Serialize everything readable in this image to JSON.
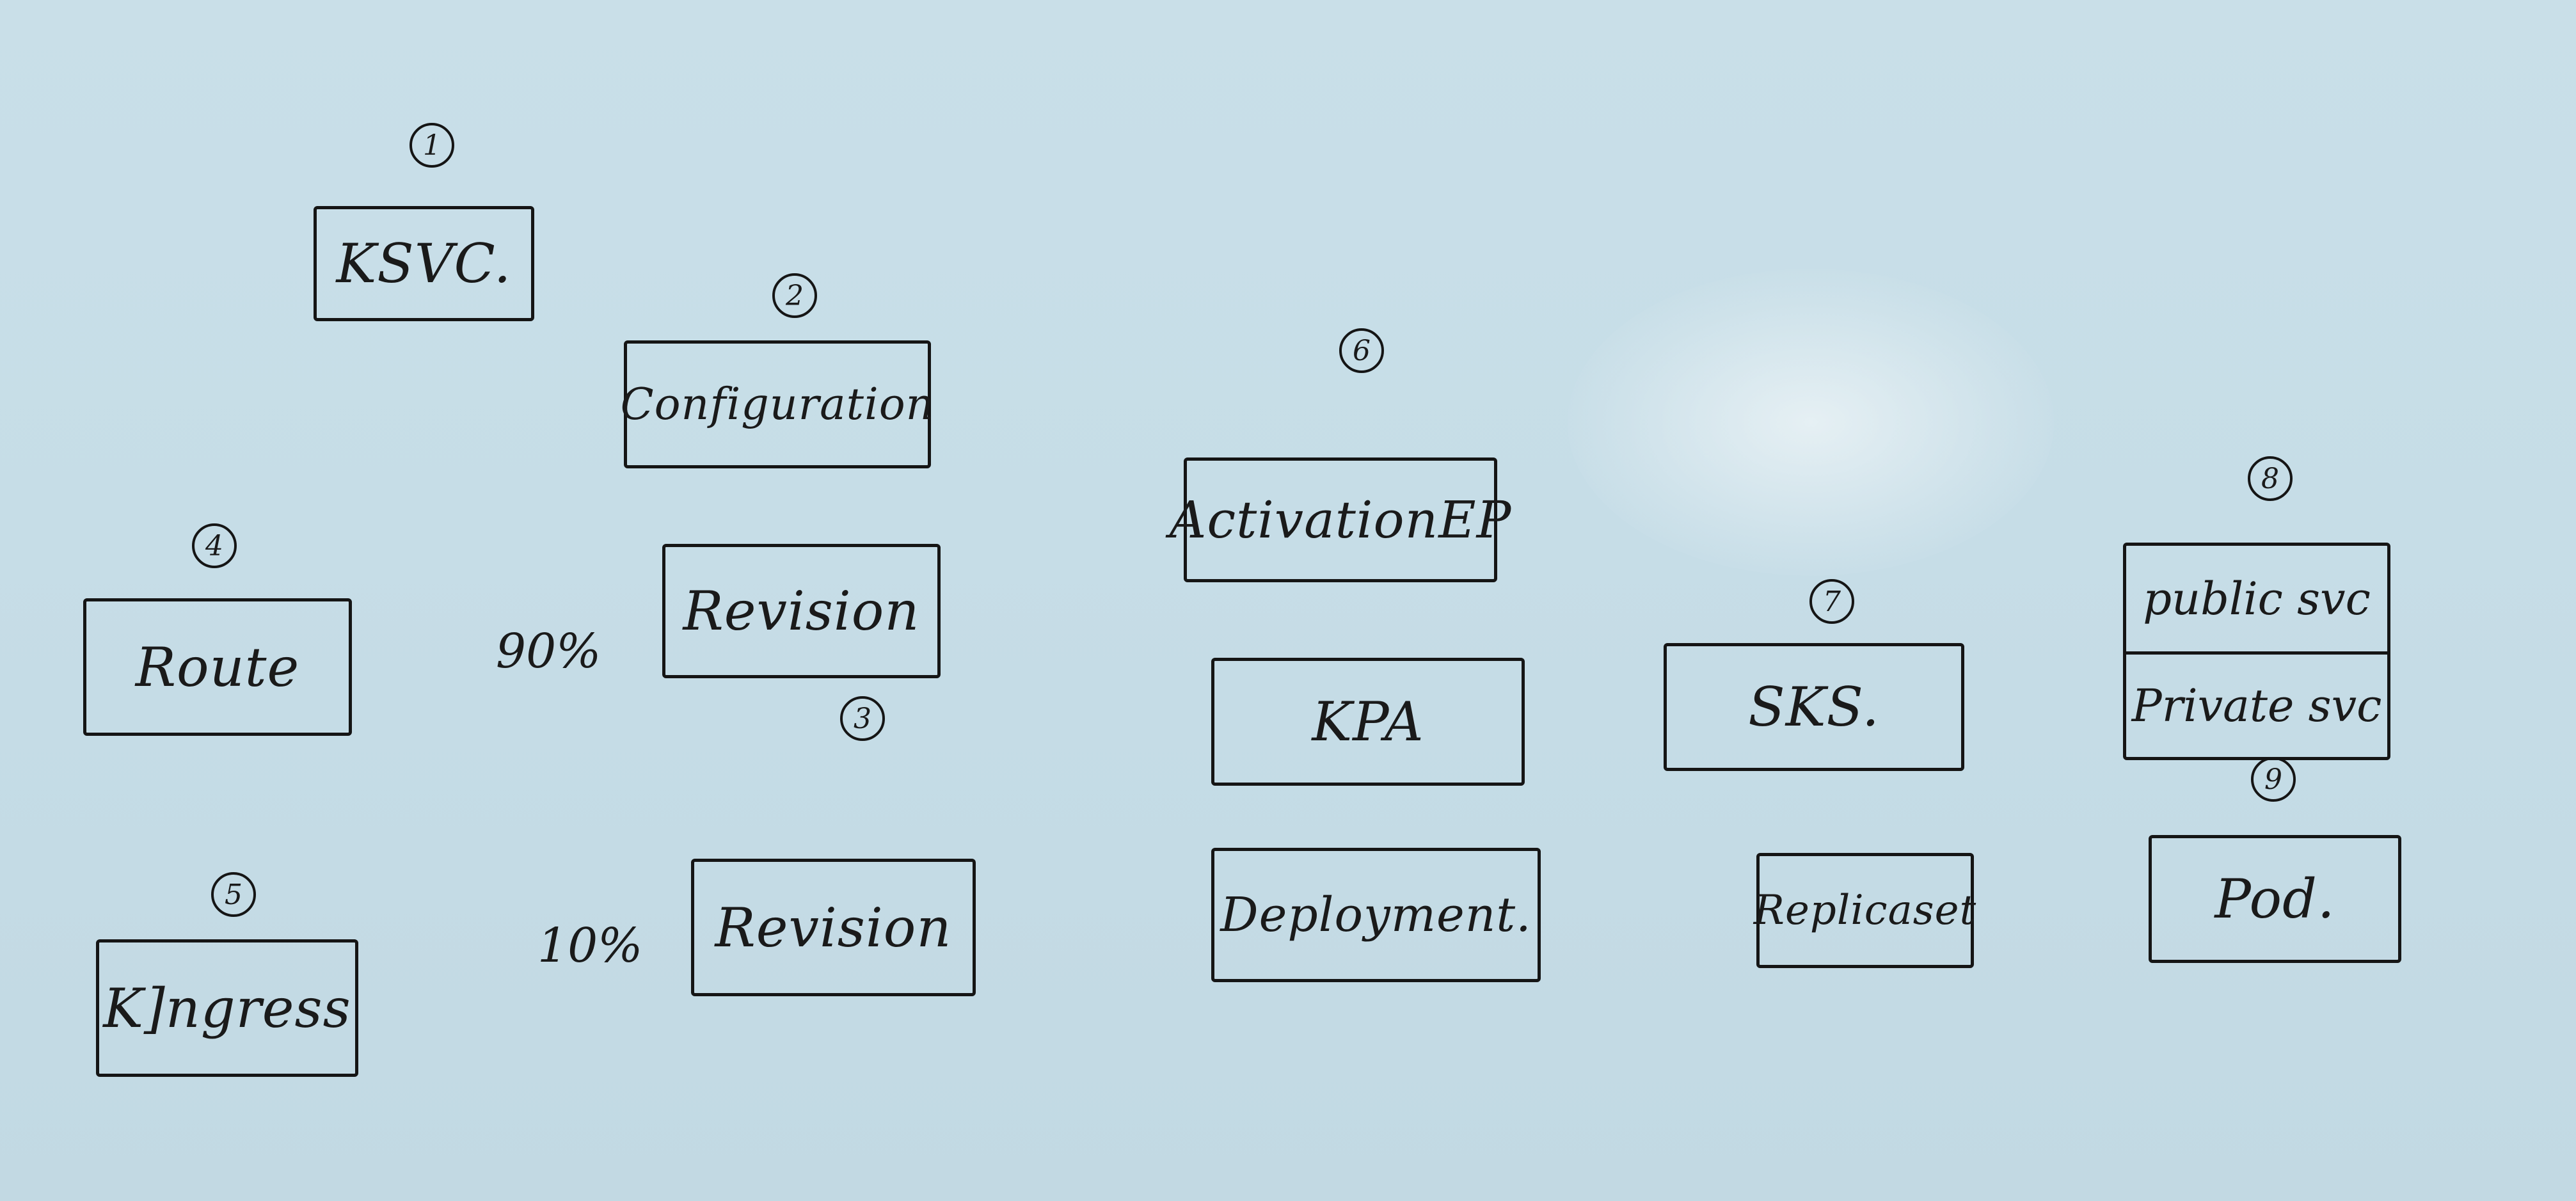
{
  "nodes": {
    "ksvc": {
      "label": "KSVC.",
      "number": "1"
    },
    "configuration": {
      "label": "Configuration",
      "number": "2"
    },
    "revision_top": {
      "label": "Revision",
      "number": "3"
    },
    "route": {
      "label": "Route",
      "number": "4"
    },
    "kingress": {
      "label": "K]ngress",
      "number": "5"
    },
    "revision_bottom": {
      "label": "Revision"
    },
    "activation_ep": {
      "label": "ActivationEP",
      "number": "6"
    },
    "kpa": {
      "label": "KPA"
    },
    "deployment": {
      "label": "Deployment."
    },
    "sks": {
      "label": "SKS.",
      "number": "7"
    },
    "replicaset": {
      "label": "Replicaset"
    },
    "services": {
      "public": "public svc",
      "private": "Private svc",
      "number": "8"
    },
    "pod": {
      "label": "Pod.",
      "number": "9"
    }
  },
  "traffic": {
    "top_pct": "90%",
    "bottom_pct": "10%"
  }
}
